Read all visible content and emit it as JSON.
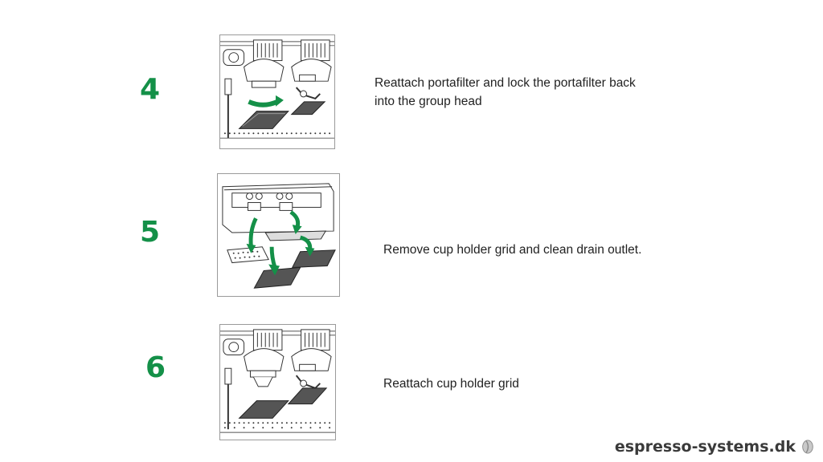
{
  "steps": [
    {
      "number": "4",
      "caption": "Reattach portafilter and lock the portafilter back into the group head"
    },
    {
      "number": "5",
      "caption": "Remove cup holder grid and clean drain outlet."
    },
    {
      "number": "6",
      "caption": "Reattach cup holder grid"
    }
  ],
  "brand": {
    "label": "espresso-systems.dk"
  },
  "colors": {
    "accent": "#149048",
    "text": "#222222",
    "frame": "#9a9a9a"
  }
}
